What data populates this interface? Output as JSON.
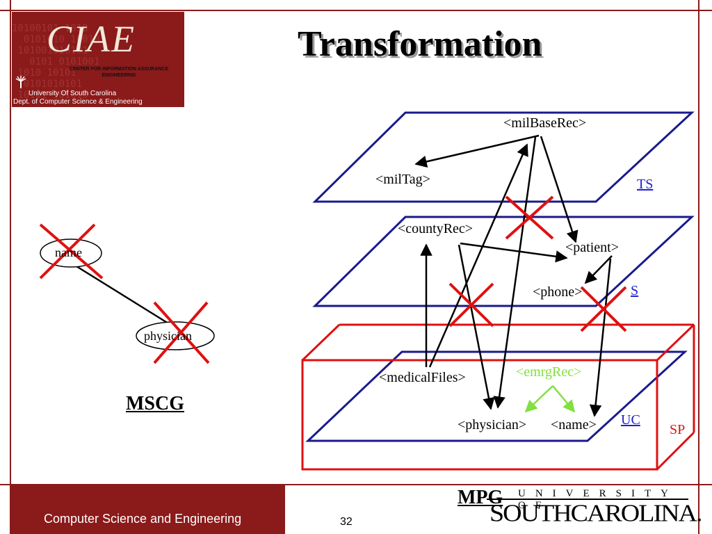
{
  "slide": {
    "title": "Transformation",
    "page_number": "32"
  },
  "logo": {
    "main": "CIAE",
    "subtitle_line1": "CENTER FOR INFORMATION ASSURANCE",
    "subtitle_line2": "ENGINEERING",
    "university": "University Of South Carolina",
    "department": "Dept. of Computer Science & Engineering",
    "background": "#8b1a1a"
  },
  "diagram": {
    "planes": {
      "ts": "TS",
      "s": "S",
      "uc": "UC",
      "sp": "SP"
    },
    "nodes": {
      "milBaseRec": "<milBaseRec>",
      "milTag": "<milTag>",
      "countyRec": "<countyRec>",
      "patient": "<patient>",
      "phone": "<phone>",
      "medicalFiles": "<medicalFiles>",
      "emrgRec": "<emrgRec>",
      "physician": "<physician>",
      "name": "<name>"
    },
    "mscg": {
      "label": "MSCG",
      "node_name": "name",
      "node_physician": "physician"
    },
    "colors": {
      "plane": "#1a1a8c",
      "sp_box": "#e01010",
      "cross": "#e01010",
      "emrg": "#7fe040"
    }
  },
  "footer": {
    "text": "Computer Science and Engineering",
    "mpg": "MPG",
    "usc_top": "UNIVERSITY OF",
    "usc_main": "SOUTHCAROLINA."
  }
}
